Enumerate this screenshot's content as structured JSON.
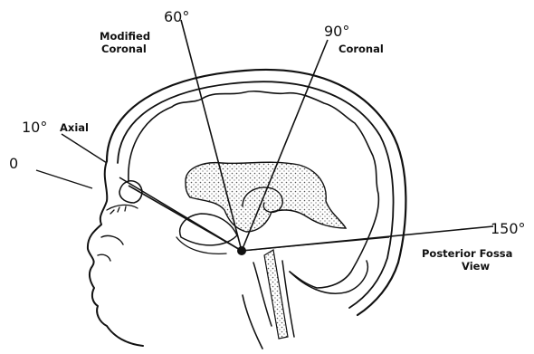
{
  "labels": {
    "angle_0": "0",
    "angle_10": "10°",
    "axial": "Axial",
    "angle_60": "60°",
    "modified_line1": "Modified",
    "modified_line2": "Coronal",
    "angle_90": "90°",
    "coronal": "Coronal",
    "angle_150": "150°",
    "posterior_line1": "Posterior Fossa",
    "posterior_line2": "View"
  },
  "colors": {
    "ink": "#111111",
    "stipple": "#555555",
    "background": "#ffffff"
  }
}
